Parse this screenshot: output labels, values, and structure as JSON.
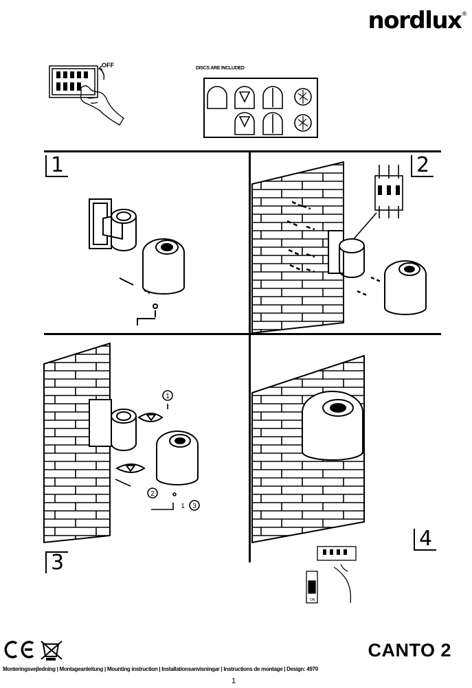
{
  "brand": {
    "logo_text": "nordlux",
    "logo_mark": "®"
  },
  "header": {
    "off_label": "OFF",
    "discs_label": "DISCS ARE INCLUDED"
  },
  "steps": [
    {
      "number": "1"
    },
    {
      "number": "2"
    },
    {
      "number": "3"
    },
    {
      "number": "4"
    }
  ],
  "step3_callouts": [
    "1",
    "2",
    "1",
    "3"
  ],
  "switch_labels": {
    "on": "ON"
  },
  "footer": {
    "product_name": "CANTO 2",
    "instructions_line": "Monteringsvejledning | Montageanleitung | Mounting instruction | Installationsanvisningar | Instructions de montage | Design: 4970",
    "page_number": "1",
    "certifications": [
      "CE",
      "WEEE"
    ]
  },
  "icons": [
    "breaker-panel-icon",
    "hand-icon",
    "disc-icon",
    "ce-mark-icon",
    "weee-bin-icon",
    "wall-lamp-icon",
    "brick-wall-icon",
    "screw-icon",
    "terminal-block-icon",
    "light-switch-icon"
  ]
}
